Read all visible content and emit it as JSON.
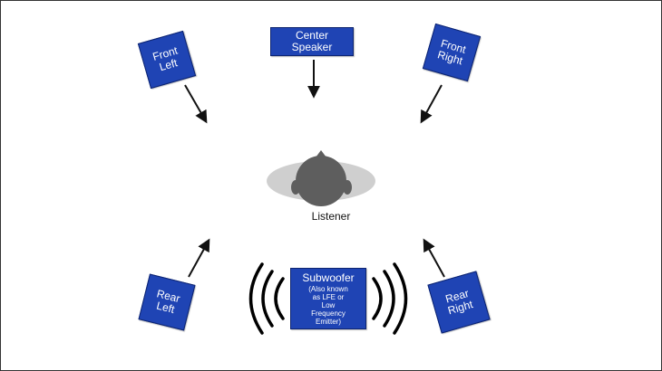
{
  "diagram": {
    "speakers": {
      "front_left": "Front\nLeft",
      "center": "Center\nSpeaker",
      "front_right": "Front\nRight",
      "rear_left": "Rear\nLeft",
      "rear_right": "Rear\nRight"
    },
    "subwoofer": {
      "title": "Subwoofer",
      "note": "(Also known\nas LFE or\nLow\nFrequency\nEmitter)"
    },
    "listener_label": "Listener"
  },
  "colors": {
    "speaker_fill": "#1f44b4",
    "head_fill": "#5e5e5e",
    "ear_field": "#cfcfcf",
    "arrow": "#111111"
  }
}
